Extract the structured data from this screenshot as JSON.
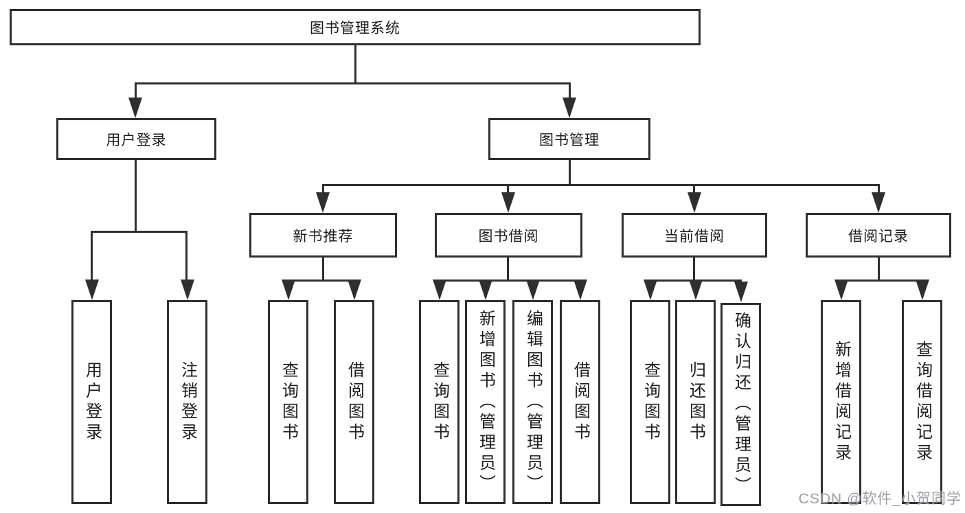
{
  "diagram": {
    "title": "图书管理系统",
    "branches": [
      {
        "label": "用户登录",
        "children": [
          "用户登录",
          "注销登录"
        ]
      },
      {
        "label": "图书管理",
        "groups": [
          {
            "label": "新书推荐",
            "children": [
              "查询图书",
              "借阅图书"
            ]
          },
          {
            "label": "图书借阅",
            "children": [
              "查询图书",
              "新增图书（管理员）",
              "编辑图书（管理员）",
              "借阅图书"
            ]
          },
          {
            "label": "当前借阅",
            "children": [
              "查询图书",
              "归还图书",
              "确认归还（管理员）"
            ]
          },
          {
            "label": "借阅记录",
            "children": [
              "新增借阅记录",
              "查询借阅记录"
            ]
          }
        ]
      }
    ]
  },
  "watermark": {
    "text": "CSDN @软件_小贺同学"
  },
  "colors": {
    "line": "#2f2f2f",
    "text": "#1c1c1c",
    "watermark": "#9d9da5",
    "background": "#ffffff"
  }
}
